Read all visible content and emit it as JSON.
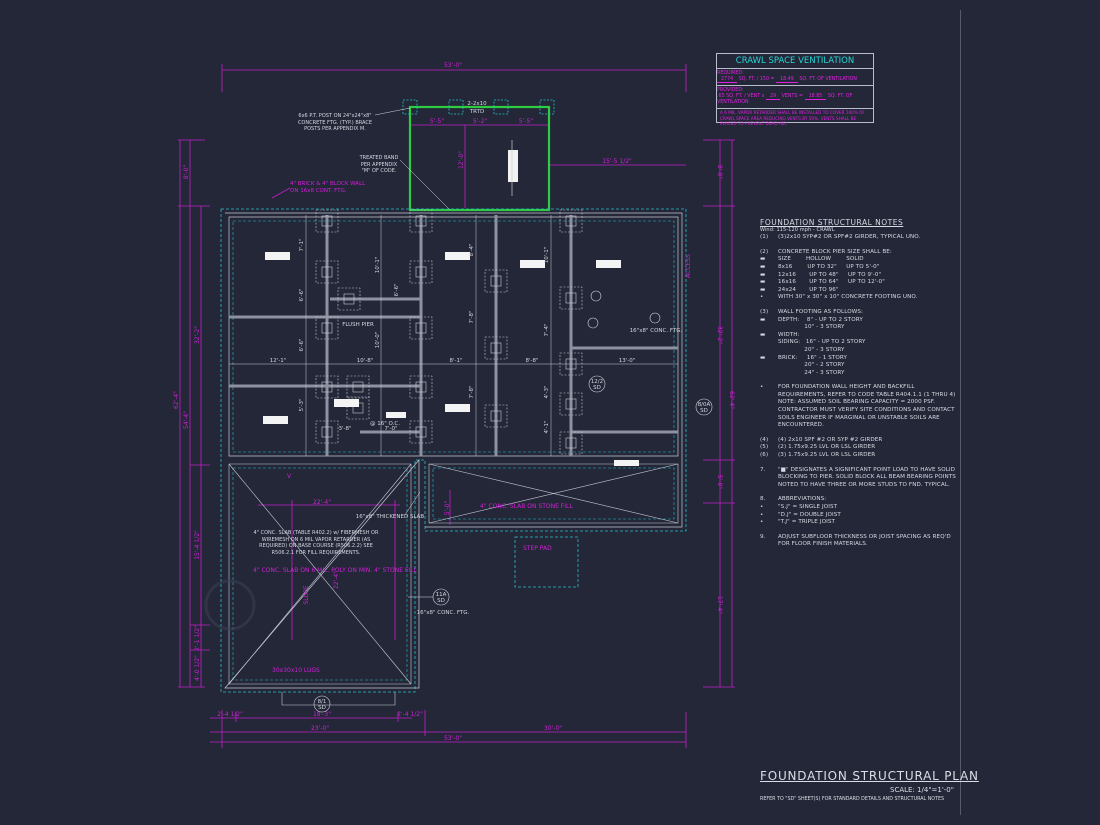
{
  "colors": {
    "background": "#232738",
    "dimension": "#d21fd8",
    "porch": "#2ecc40",
    "outline": "#c8cad4",
    "footing": "#26c0c8",
    "title": "#26d6d6"
  },
  "ventilation": {
    "title": "CRAWL SPACE VENTILATION",
    "required_label": "REQUIRED:",
    "required_area": "2774",
    "required_formula": "SQ. FT. / 150 =",
    "required_result": "18.49",
    "required_unit": "SQ. FT. OF VENTILATION",
    "provided_label": "PROVIDED:",
    "provided_per_vent": ".65 SQ. FT. / VENT x",
    "vent_count": "29",
    "vents_equals": "VENTS =",
    "provided_result": "18.85",
    "provided_unit": "SQ. FT. OF VENTILATION",
    "note": "A 6 MIL. VAPOR RETARDER SHALL BE INSTALLED TO COVER 100% OF CRAWL SPACE AREA REDUCING VENTS BY 50%. VENTS SHALL BE PLACED TO PREVENT DEAD AIR."
  },
  "notes": {
    "title": "FOUNDATION STRUCTURAL NOTES",
    "wind": "Wind: 115-120 mph - CRAWL",
    "items": [
      {
        "mark": "(1)",
        "text": "(3)2x10 SYP#2 OR SPF#2 GIRDER, TYPICAL UNO."
      },
      {
        "mark": "(2)",
        "text": "CONCRETE BLOCK PIER SIZE SHALL BE:"
      },
      {
        "mark": "▬",
        "text": "SIZE        HOLLOW        SOLID"
      },
      {
        "mark": "▬",
        "text": "8x16        UP TO 32\"     UP TO 5'-0\""
      },
      {
        "mark": "▬",
        "text": "12x16       UP TO 48\"     UP TO 9'-0\""
      },
      {
        "mark": "▬",
        "text": "16x16       UP TO 64\"     UP TO 12'-0\""
      },
      {
        "mark": "▬",
        "text": "24x24       UP TO 96\""
      },
      {
        "mark": "•",
        "text": "WITH 30\" x 30\" x 10\" CONCRETE FOOTING UNO."
      },
      {
        "mark": "(3)",
        "text": "WALL FOOTING AS FOLLOWS:"
      },
      {
        "mark": "▬",
        "text": "DEPTH:    8\" - UP TO 2 STORY"
      },
      {
        "mark": "",
        "text": "              10\" - 3 STORY"
      },
      {
        "mark": "▬",
        "text": "WIDTH:"
      },
      {
        "mark": "",
        "text": "SIDING:   16\" - UP TO 2 STORY"
      },
      {
        "mark": "",
        "text": "              20\" - 3 STORY"
      },
      {
        "mark": "▬",
        "text": "BRICK:     16\" - 1 STORY"
      },
      {
        "mark": "",
        "text": "              20\" - 2 STORY"
      },
      {
        "mark": "",
        "text": "              24\" - 3 STORY"
      },
      {
        "mark": "•",
        "text": "FOR FOUNDATION WALL HEIGHT AND BACKFILL REQUIREMENTS, REFER TO CODE TABLE R404.1.1 (1 THRU 4) NOTE: ASSUMED SOIL BEARING CAPACITY = 2000 PSF. CONTRACTOR MUST VERIFY SITE CONDITIONS AND CONTACT SOILS ENGINEER IF MARGINAL OR UNSTABLE SOILS ARE ENCOUNTERED."
      },
      {
        "mark": "(4)",
        "text": "(4) 2x10 SPF #2 OR SYP #2 GIRDER"
      },
      {
        "mark": "(5)",
        "text": "(2) 1.75x9.25 LVL OR LSL GIRDER"
      },
      {
        "mark": "(6)",
        "text": "(3) 1.75x9.25 LVL OR LSL GIRDER"
      },
      {
        "mark": "7.",
        "text": "\"■\" DESIGNATES A SIGNIFICANT POINT LOAD TO HAVE SOLID BLOCKING TO PIER. SOLID BLOCK ALL BEAM BEARING POINTS NOTED TO HAVE THREE OR MORE STUDS TO FND. TYPICAL."
      },
      {
        "mark": "8.",
        "text": "ABBREVIATIONS:"
      },
      {
        "mark": "•",
        "text": "\"S.J\" = SINGLE JOIST"
      },
      {
        "mark": "•",
        "text": "\"D.J\" = DOUBLE JOIST"
      },
      {
        "mark": "•",
        "text": "\"T.J\" = TRIPLE JOIST"
      },
      {
        "mark": "9.",
        "text": "ADJUST SUBFLOOR THICKNESS OR JOIST SPACING AS REQ'D FOR FLOOR FINISH MATERIALS."
      }
    ]
  },
  "title_block": {
    "title": "FOUNDATION STRUCTURAL PLAN",
    "scale": "SCALE: 1/4\"=1'-0\"",
    "reference": "REFER TO \"SD\" SHEET(S) FOR STANDARD DETAILS AND STRUCTURAL NOTES"
  },
  "plan": {
    "dims_top": {
      "overall": "53'-0\"",
      "porch_a": "5'-5\"",
      "porch_b": "5'-2\"",
      "porch_c": "5'-5\"",
      "porch_depth": "12'-0\"",
      "porch_offset": "15'-5 1/2\""
    },
    "dims_bottom": {
      "a": "2'-4 1/2\"",
      "b": "18'-3\"",
      "c": "2'-4 1/2\"",
      "left": "23'-0\"",
      "right": "30'-0\"",
      "overall": "53'-0\""
    },
    "dims_left": {
      "overall": "62'-4\"",
      "main": "54'-4\"",
      "top": "8'-0\"",
      "house": "32'-2\"",
      "g1": "15'-4 1/2\"",
      "g2": "2'-1 1/2\"",
      "g3": "4'-0 1/2\""
    },
    "dims_right": {
      "overall": "62'-4\"",
      "top": "8'-0\"",
      "house": "32'-2\"",
      "strip": "5'-0\"",
      "lower": "17'-4\""
    },
    "interior_dims": [
      "12'-1\"",
      "10'-8\"",
      "8'-1\"",
      "8'-8\"",
      "13'-0\"",
      "7'-1\"",
      "6'-6\"",
      "6'-6\"",
      "10'-1\"",
      "10'-0\"",
      "6'-6\"",
      "8'-4\"",
      "7'-8\"",
      "7'-8\"",
      "10'-1\"",
      "7'-4\"",
      "4'-3\"",
      "4'-1\"",
      "5'-3\"",
      "3'-8\"",
      "7'-0\"",
      "22'-4\"",
      "22'-4\"",
      "5'-0\""
    ],
    "callouts": {
      "post": "6x6 P.T. POST ON 24\"x24\"x8\" CONCRETE FTG. (TYP.) BRACE POSTS PER APPENDIX M.",
      "beam": "2-2x10",
      "beam_sub": "TRTD",
      "band": "TREATED BAND PER APPENDIX \"M\" OF CODE.",
      "brick": "4\" BRICK & 4\" BLOCK WALL ON 16x8 CONT. FTG.",
      "flush": "FLUSH PIER",
      "ftg": "16\"x8\" CONC. FTG.",
      "oc": "@ 16\" O.C.",
      "thick": "16\"x8\" THICKENED SLAB",
      "slab_note": "4\" CONC. SLAB (TABLE R402.2) w/ FIBERMESH OR WIREMESH ON 6 MIL VAPOR RETARDER (AS REQUIRED) ON BASE COURSE (R506.2.2) SEE R506.2.1 FOR FILL REQUIREMENTS.",
      "slab_mag": "4\" CONC. SLAB ON 6 MIL. POLY ON MIN. 4\" STONE FILL",
      "slab_strip": "4\" CONC. SLAB ON STONE FILL",
      "step": "STEP PAD",
      "lugs": "30x30x10 LUGS",
      "slope": "SLOPE",
      "access": "ACCESS",
      "ftg2": "16\"x8\" CONC. FTG.",
      "vent": "V"
    },
    "sections": [
      {
        "top": "12/2",
        "bot": "SD"
      },
      {
        "top": "8/1",
        "bot": "SD"
      },
      {
        "top": "11A",
        "bot": "SD"
      },
      {
        "top": "8/0A",
        "bot": "SD"
      }
    ]
  }
}
